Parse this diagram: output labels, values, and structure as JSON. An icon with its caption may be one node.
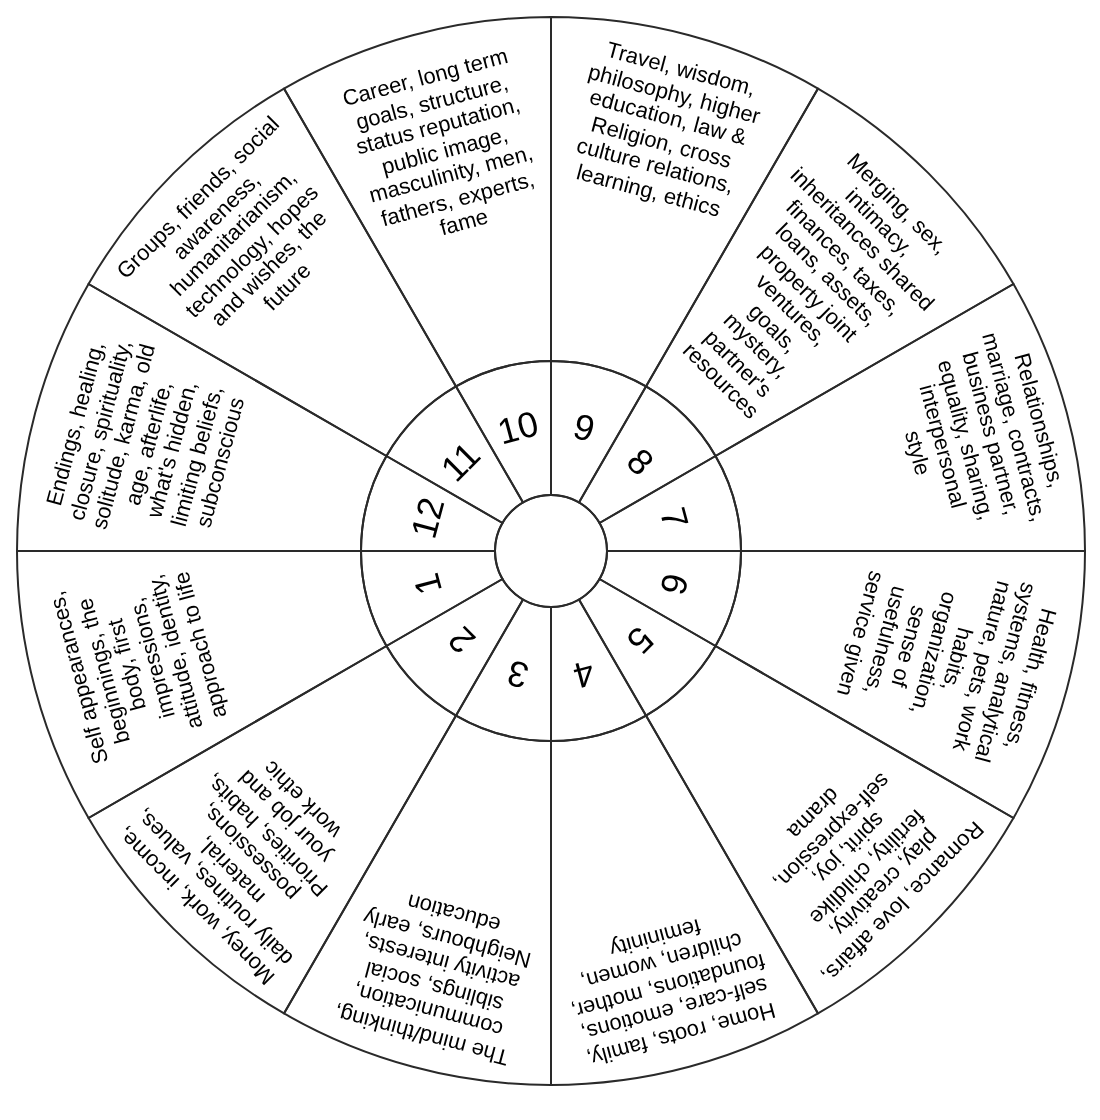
{
  "diagram": {
    "nodes": [
      {
        "text": [
          "1"
        ]
      },
      {
        "text": [
          "2"
        ]
      },
      {
        "text": [
          "3"
        ]
      },
      {
        "text": [
          "4"
        ]
      },
      {
        "text": [
          "5"
        ]
      },
      {
        "text": [
          "6"
        ]
      },
      {
        "text": [
          "7"
        ]
      },
      {
        "text": [
          "8"
        ]
      },
      {
        "text": [
          "9"
        ]
      },
      {
        "text": [
          "10"
        ]
      },
      {
        "text": [
          "11"
        ]
      },
      {
        "text": [
          "12"
        ]
      },
      {
        "text": [
          "Self appearances, beginnings, the body, first impressions, attitude, identity, approach to life"
        ]
      },
      {
        "text": [
          "Money, work, income, daily routines, values, material, possessions, Priorities, habits, your job and work ethic"
        ]
      },
      {
        "text": [
          "The mind/thinking, communication, siblings, social activity interests, Neighbours, early education"
        ]
      },
      {
        "text": [
          "Home, roots, family, self-care, emotions, foundations, mother, children, women, femininity"
        ]
      },
      {
        "text": [
          "Romance, love affairs, play, creativity, fertility, childlike spirit, joy, self-expression, drama"
        ]
      },
      {
        "text": [
          "Health, fitness, systems, analytical nature, pets, work habits, organization, sense of usefulness, service given"
        ]
      },
      {
        "text": [
          "Relationships, marriage, contracts, business partner, equality, sharing, interpersonal style"
        ]
      },
      {
        "text": [
          "Merging, sex, intimacy, inheritances shared finances, taxes, loans, assets, property joint ventures, goals, mystery, partner's resources"
        ]
      },
      {
        "text": [
          "Travel, wisdom, philosophy, higher education, law & Religion, cross culture relations, learning, ethics"
        ]
      },
      {
        "text": [
          "Career, long term goals, structure, status reputation, public image, masculinity, men, fathers, experts, fame"
        ]
      },
      {
        "text": [
          "Groups, friends, social awareness, humanitarianism, technology, hopes and wishes, the future"
        ]
      },
      {
        "text": [
          "Endings, healing, closure, spirituality, solitude, karma, old age, afterlife, what's hidden, limiting beliefs, subconscious"
        ]
      },
      {
        "text": [],
        "shape": "circle"
      }
    ],
    "edges": []
  }
}
